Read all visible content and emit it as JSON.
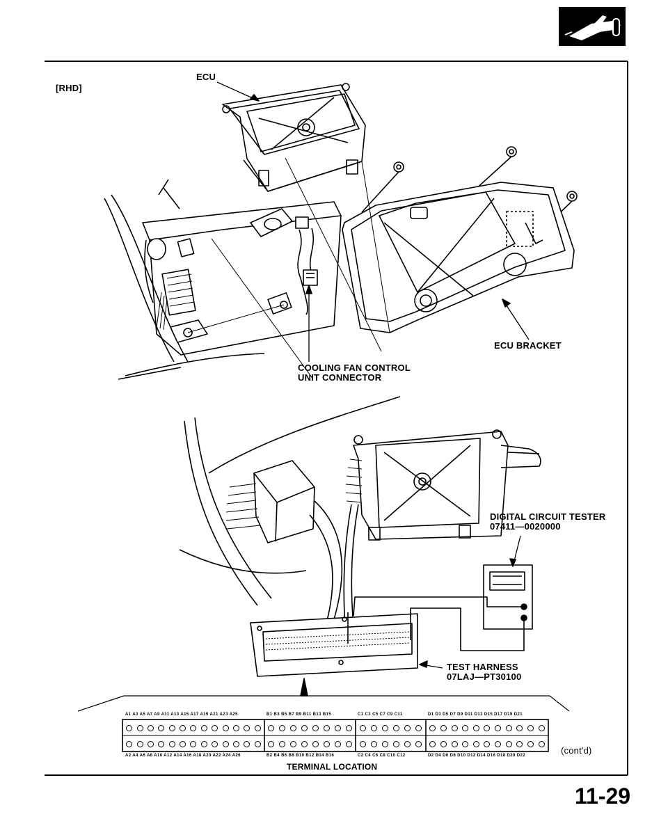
{
  "header": {
    "logo_icon": "fuel-nozzle-icon"
  },
  "diagram_top": {
    "variant": "[RHD]",
    "ecu_label": "ECU",
    "ecu_bracket_label": "ECU BRACKET",
    "connector_label_line1": "COOLING FAN CONTROL",
    "connector_label_line2": "UNIT CONNECTOR"
  },
  "diagram_bottom": {
    "tester_label_line1": "DIGITAL CIRCUIT TESTER",
    "tester_label_line2": "07411—0020000",
    "harness_label_line1": "TEST HARNESS",
    "harness_label_line2": "07LAJ—PT30100"
  },
  "terminals": {
    "top_labels": [
      "A1 A3 A5 A7 A9 A11 A13 A15 A17 A19 A21 A23 A25",
      "B1 B3 B5 B7 B9 B11 B13 B15",
      "C1 C3 C5 C7 C9 C11",
      "D1 D3 D5 D7 D9 D11 D13 D15 D17 D19 D21"
    ],
    "bottom_labels": [
      "A2 A4 A6 A8 A10 A12 A14 A16 A18 A20 A22 A24 A26",
      "B2 B4 B6 B8 B10 B12 B14 B16",
      "C2 C4 C6 C8 C10 C12",
      "D2 D4 D6 D8 D10 D12 D14 D16 D18 D20 D22"
    ],
    "groups": [
      {
        "name": "A",
        "pins_per_row": 13
      },
      {
        "name": "B",
        "pins_per_row": 8
      },
      {
        "name": "C",
        "pins_per_row": 6
      },
      {
        "name": "D",
        "pins_per_row": 11
      }
    ],
    "caption": "TERMINAL LOCATION",
    "cont": "(cont'd)"
  },
  "footer": {
    "page_number": "11-29"
  }
}
